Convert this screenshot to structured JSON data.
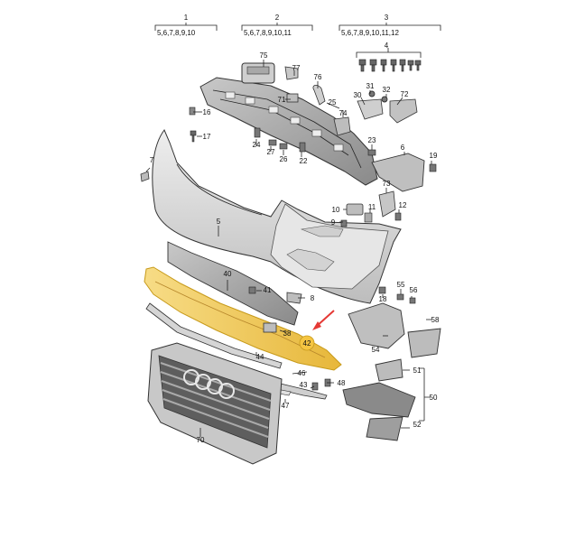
{
  "group_headers": [
    {
      "num": "1",
      "items": "5,6,7,8,9,10"
    },
    {
      "num": "2",
      "items": "5,6,7,8,9,10,11"
    },
    {
      "num": "3",
      "items": "5,6,7,8,9,10,11,12"
    }
  ],
  "labels": {
    "l4": "4",
    "l5": "5",
    "l6": "6",
    "l7": "7",
    "l8": "8",
    "l9": "9",
    "l10": "10",
    "l11": "11",
    "l12": "12",
    "l16": "16",
    "l17": "17",
    "l18": "18",
    "l19": "19",
    "l22": "22",
    "l23": "23",
    "l24": "24",
    "l25": "25",
    "l26": "26",
    "l27": "27",
    "l30": "30",
    "l31": "31",
    "l32": "32",
    "l38": "38",
    "l40": "40",
    "l41": "41",
    "l42": "42",
    "l43": "43",
    "l44": "44",
    "l46": "46",
    "l47": "47",
    "l48": "48",
    "l50": "50",
    "l51": "51",
    "l52": "52",
    "l54": "54",
    "l55": "55",
    "l56": "56",
    "l58": "58",
    "l70": "70",
    "l71": "71",
    "l72": "72",
    "l73": "73",
    "l74": "74",
    "l75": "75",
    "l76": "76",
    "l77": "77"
  },
  "highlight": {
    "part": "42",
    "color": "#f5c542",
    "arrow_color": "#e53935"
  },
  "colors": {
    "part_fill": "#dcdcdc",
    "part_dark": "#9a9a9a",
    "outline": "#333333",
    "highlight_fill": "#f2c94c",
    "highlight_edge": "#c79a1a"
  }
}
